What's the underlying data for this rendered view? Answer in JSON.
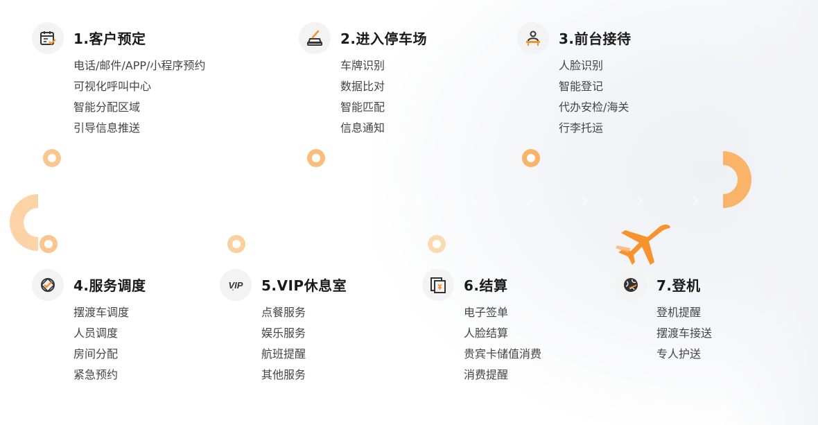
{
  "colors": {
    "accent": "#f7a04a",
    "accent_light": "#fde3c8",
    "title": "#1a1a1a",
    "text": "#444444",
    "icon_bg": "#f3f3f4"
  },
  "steps": [
    {
      "title": "1.客户预定",
      "icon": "calendar-check-icon",
      "items": [
        "电话/邮件/APP/小程序预约",
        "可视化呼叫中心",
        "智能分配区域",
        "引导信息推送"
      ]
    },
    {
      "title": "2.进入停车场",
      "icon": "car-parking-icon",
      "items": [
        "车牌识别",
        "数据比对",
        "智能匹配",
        "信息通知"
      ]
    },
    {
      "title": "3.前台接待",
      "icon": "reception-desk-icon",
      "items": [
        "人脸识别",
        "智能登记",
        "代办安检/海关",
        "行李托运"
      ]
    },
    {
      "title": "4.服务调度",
      "icon": "dispatch-check-icon",
      "items": [
        "摆渡车调度",
        "人员调度",
        "房间分配",
        "紧急预约"
      ]
    },
    {
      "title": "5.VIP休息室",
      "icon": "vip-icon",
      "items": [
        "点餐服务",
        "娱乐服务",
        "航班提醒",
        "其他服务"
      ]
    },
    {
      "title": "6.结算",
      "icon": "bill-settlement-icon",
      "items": [
        "电子签单",
        "人脸结算",
        "贵宾卡储值消费",
        "消费提醒"
      ]
    },
    {
      "title": "7.登机",
      "icon": "globe-plane-icon",
      "items": [
        "登机提醒",
        "摆渡车接送",
        "专人护送"
      ]
    }
  ],
  "vip_icon_text": "VIP"
}
